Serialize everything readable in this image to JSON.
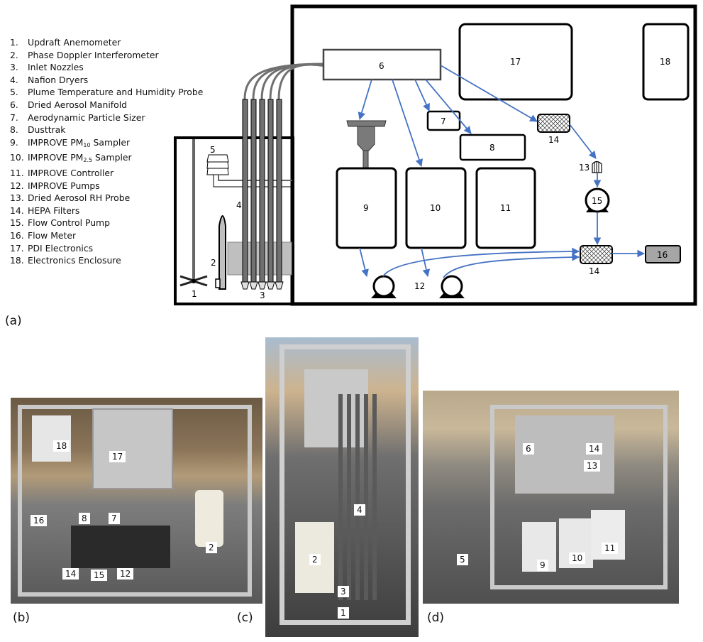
{
  "legend": [
    {
      "n": "1.",
      "label": "Updraft Anemometer"
    },
    {
      "n": "2.",
      "label": "Phase Doppler Interferometer"
    },
    {
      "n": "3.",
      "label": "Inlet Nozzles"
    },
    {
      "n": "4.",
      "label": "Nafion Dryers"
    },
    {
      "n": "5.",
      "label": "Plume Temperature and Humidity Probe"
    },
    {
      "n": "6.",
      "label": "Dried Aerosol Manifold"
    },
    {
      "n": "7.",
      "label": "Aerodynamic Particle Sizer"
    },
    {
      "n": "8.",
      "label": "Dusttrak"
    },
    {
      "n": "9.",
      "label_pre": "IMPROVE PM",
      "sub": "10",
      "label_post": " Sampler"
    },
    {
      "n": "10.",
      "label_pre": "IMPROVE PM",
      "sub": "2.5",
      "label_post": " Sampler"
    },
    {
      "n": "11.",
      "label": "IMPROVE Controller"
    },
    {
      "n": "12.",
      "label": "IMPROVE Pumps"
    },
    {
      "n": "13.",
      "label": "Dried Aerosol RH Probe"
    },
    {
      "n": "14.",
      "label": "HEPA Filters"
    },
    {
      "n": "15.",
      "label": "Flow Control Pump"
    },
    {
      "n": "16.",
      "label": "Flow Meter"
    },
    {
      "n": "17.",
      "label": "PDI Electronics"
    },
    {
      "n": "18.",
      "label": "Electronics Enclosure"
    }
  ],
  "diagram": {
    "labels": {
      "c1": "1",
      "c2": "2",
      "c3": "3",
      "c4": "4",
      "c5": "5",
      "c6": "6",
      "c7": "7",
      "c8": "8",
      "c9": "9",
      "c10": "10",
      "c11": "11",
      "c12": "12",
      "c13": "13",
      "c14a": "14",
      "c14b": "14",
      "c15": "15",
      "c16": "16",
      "c17": "17",
      "c18": "18"
    },
    "colors": {
      "flow_arrow": "#4472c4",
      "tube": "#707070",
      "flow_meter": "#a6a6a6",
      "chamber_box": "#bfbfbf"
    }
  },
  "panels": {
    "a": "(a)",
    "b": "(b)",
    "c": "(c)",
    "d": "(d)"
  },
  "photo_b_tags": [
    "18",
    "17",
    "16",
    "8",
    "7",
    "2",
    "14",
    "15",
    "12"
  ],
  "photo_c_tags": [
    "4",
    "2",
    "3",
    "1"
  ],
  "photo_d_tags": [
    "6",
    "14",
    "13",
    "5",
    "9",
    "10",
    "11"
  ]
}
